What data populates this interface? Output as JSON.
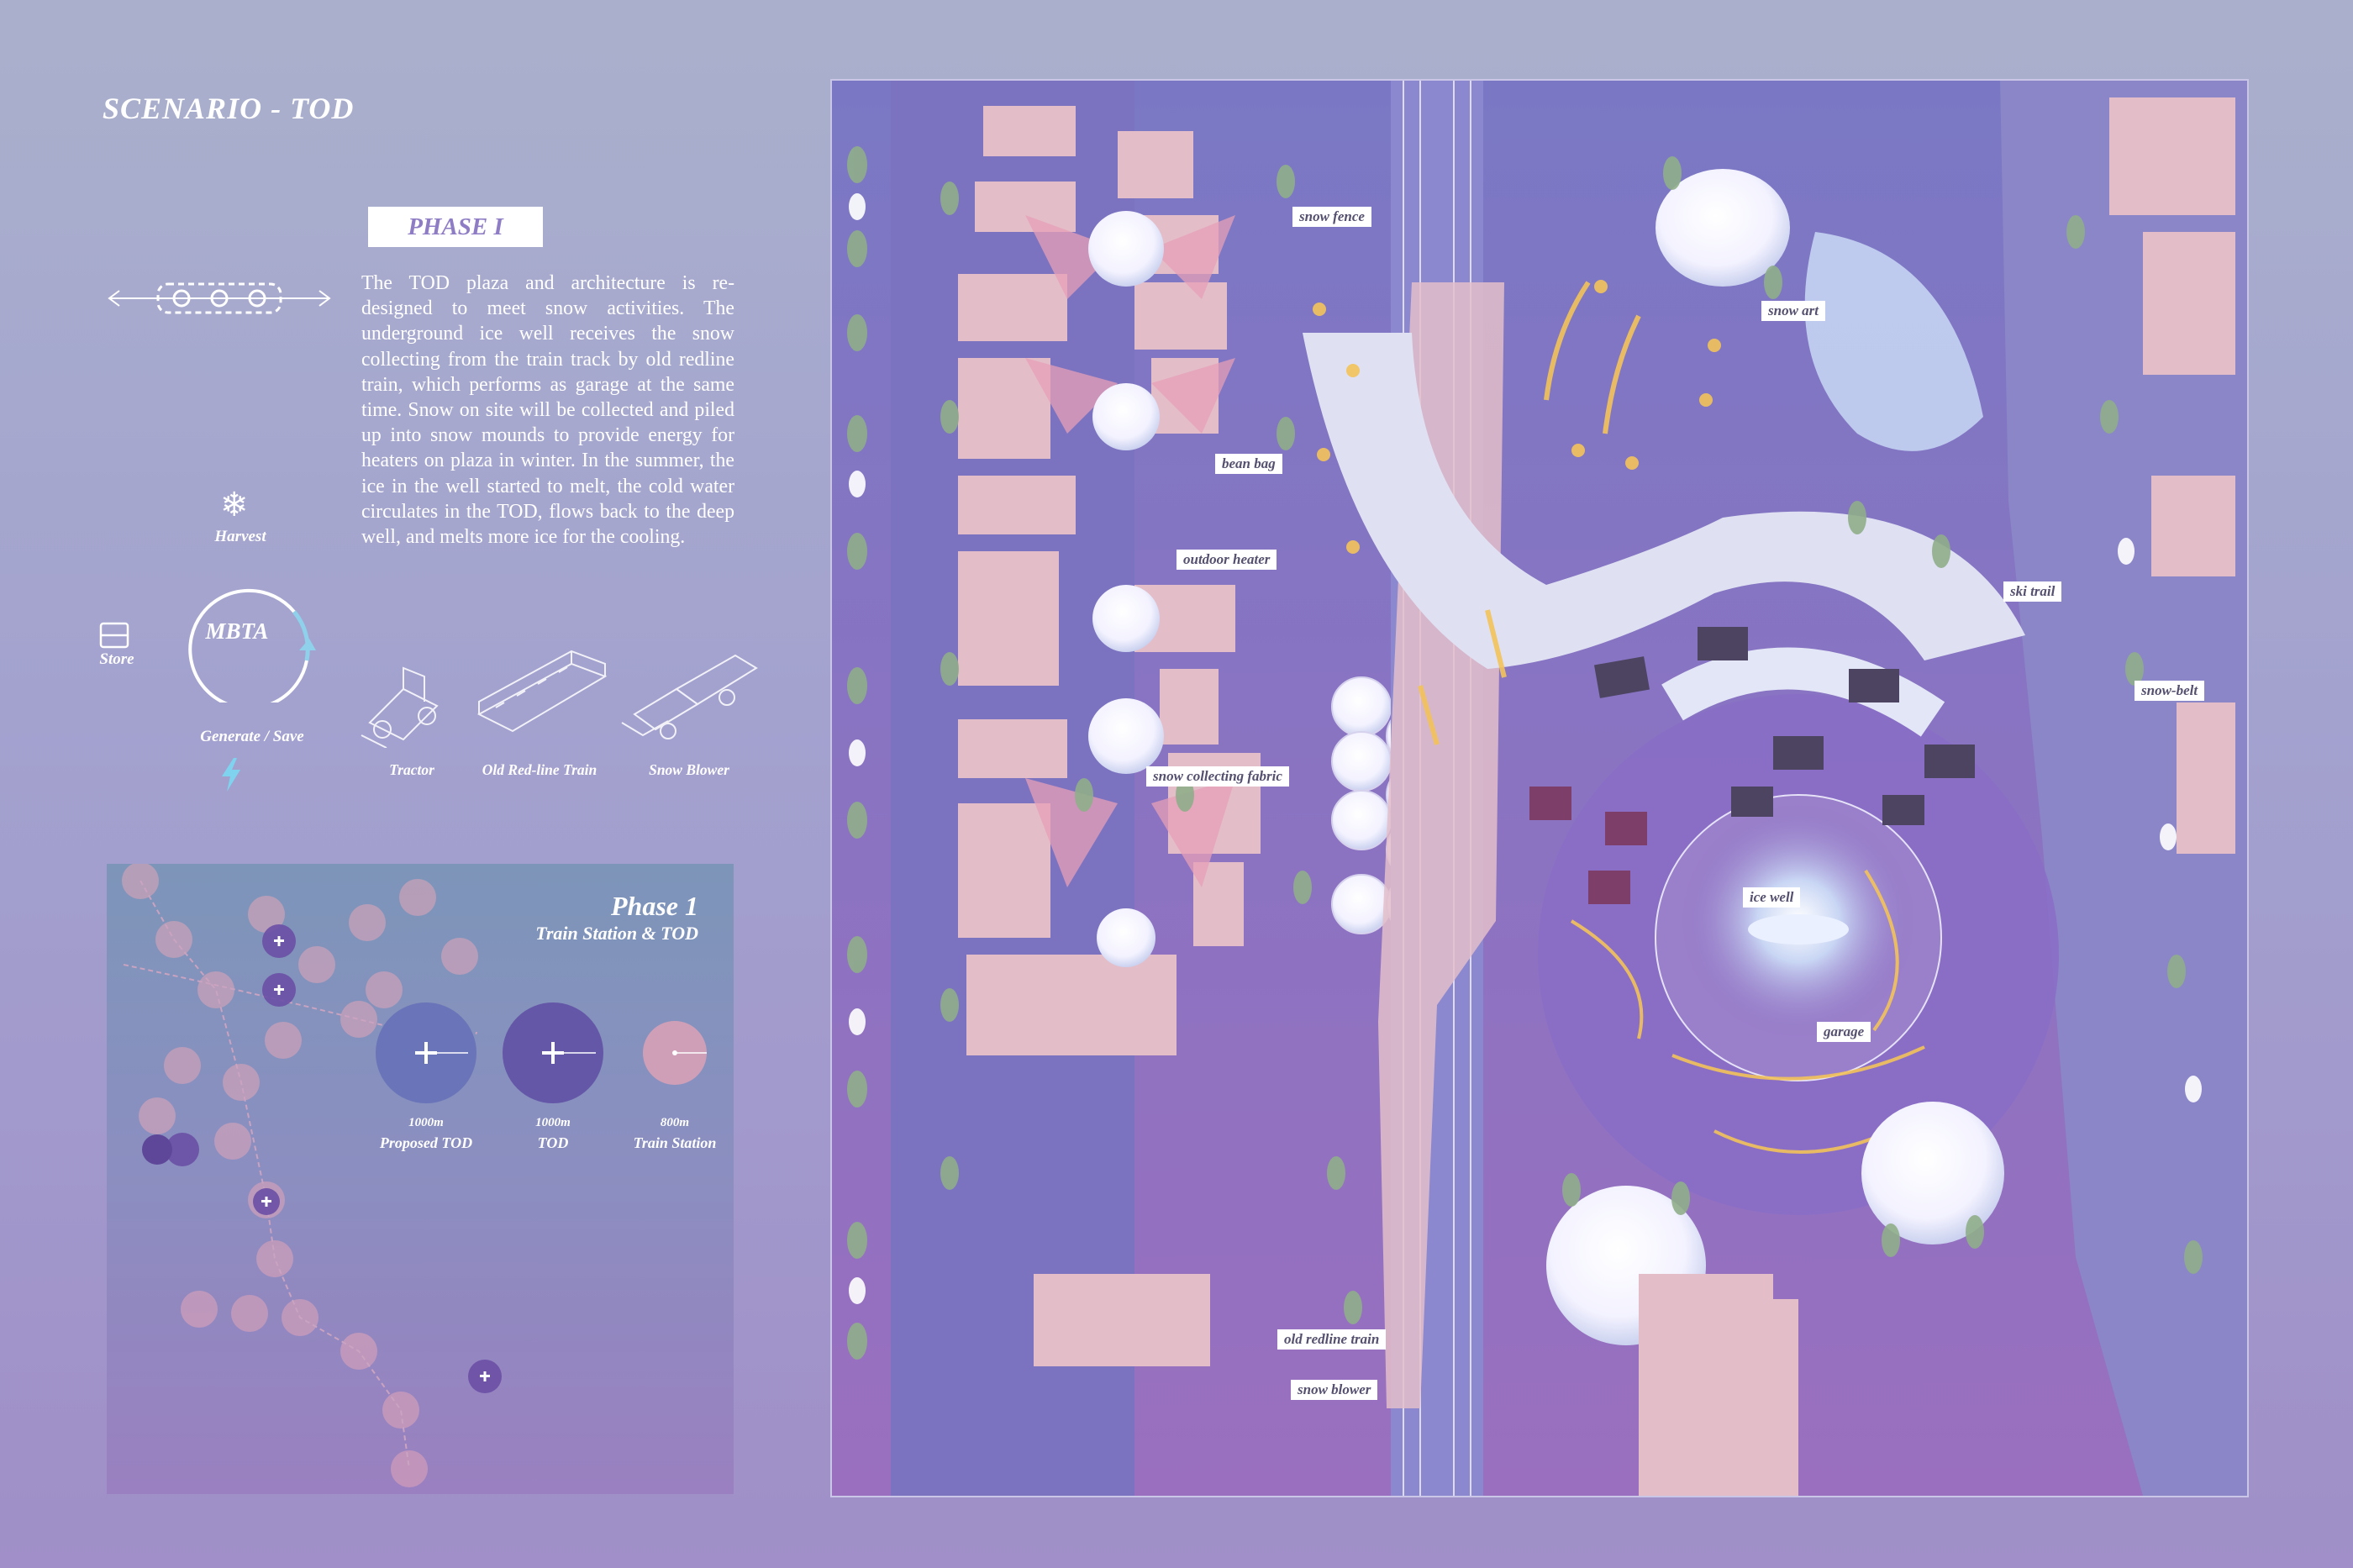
{
  "header": {
    "title": "SCENARIO - TOD",
    "phase_label": "PHASE I"
  },
  "description": "The TOD plaza and architecture is re-designed to meet snow activities. The underground ice well receives the snow collecting from the train track by old redline train, which performs as garage at the same time. Snow on site will be collected and piled up into snow mounds to provide energy for heaters on plaza in winter. In the summer, the ice in the well started to melt, the cold water circulates in the TOD, flows back to the deep well, and melts more ice for the cooling.",
  "cycle": {
    "center": "MBTA",
    "harvest": "Harvest",
    "store": "Store",
    "generate": "Generate / Save",
    "icons": {
      "harvest": "snowflake-icon",
      "store": "storage-icon",
      "generate": "lightning-icon"
    }
  },
  "vehicles": [
    {
      "label": "Tractor",
      "icon": "tractor-icon"
    },
    {
      "label": "Old Red-line Train",
      "icon": "train-icon"
    },
    {
      "label": "Snow Blower",
      "icon": "snow-blower-icon"
    }
  ],
  "map": {
    "title": "Phase 1",
    "subtitle": "Train Station & TOD",
    "legend": [
      {
        "distance": "1000m",
        "name": "Proposed TOD",
        "color": "#6a74b8"
      },
      {
        "distance": "1000m",
        "name": "TOD",
        "color": "#6557a8"
      },
      {
        "distance": "800m",
        "name": "Train Station",
        "color": "#cf9fb8"
      }
    ]
  },
  "plan_callouts": [
    "snow fence",
    "snow art",
    "bean bag",
    "outdoor heater",
    "ski trail",
    "snow-belt",
    "snow collecting fabric",
    "ice well",
    "garage",
    "old redline train",
    "snow blower"
  ],
  "colors": {
    "accent": "#8e7cc4",
    "building": "#e7bfc9",
    "tree": "#8fae8a",
    "glow": "#f3c35a",
    "plan_bg": "#7a74bd"
  }
}
